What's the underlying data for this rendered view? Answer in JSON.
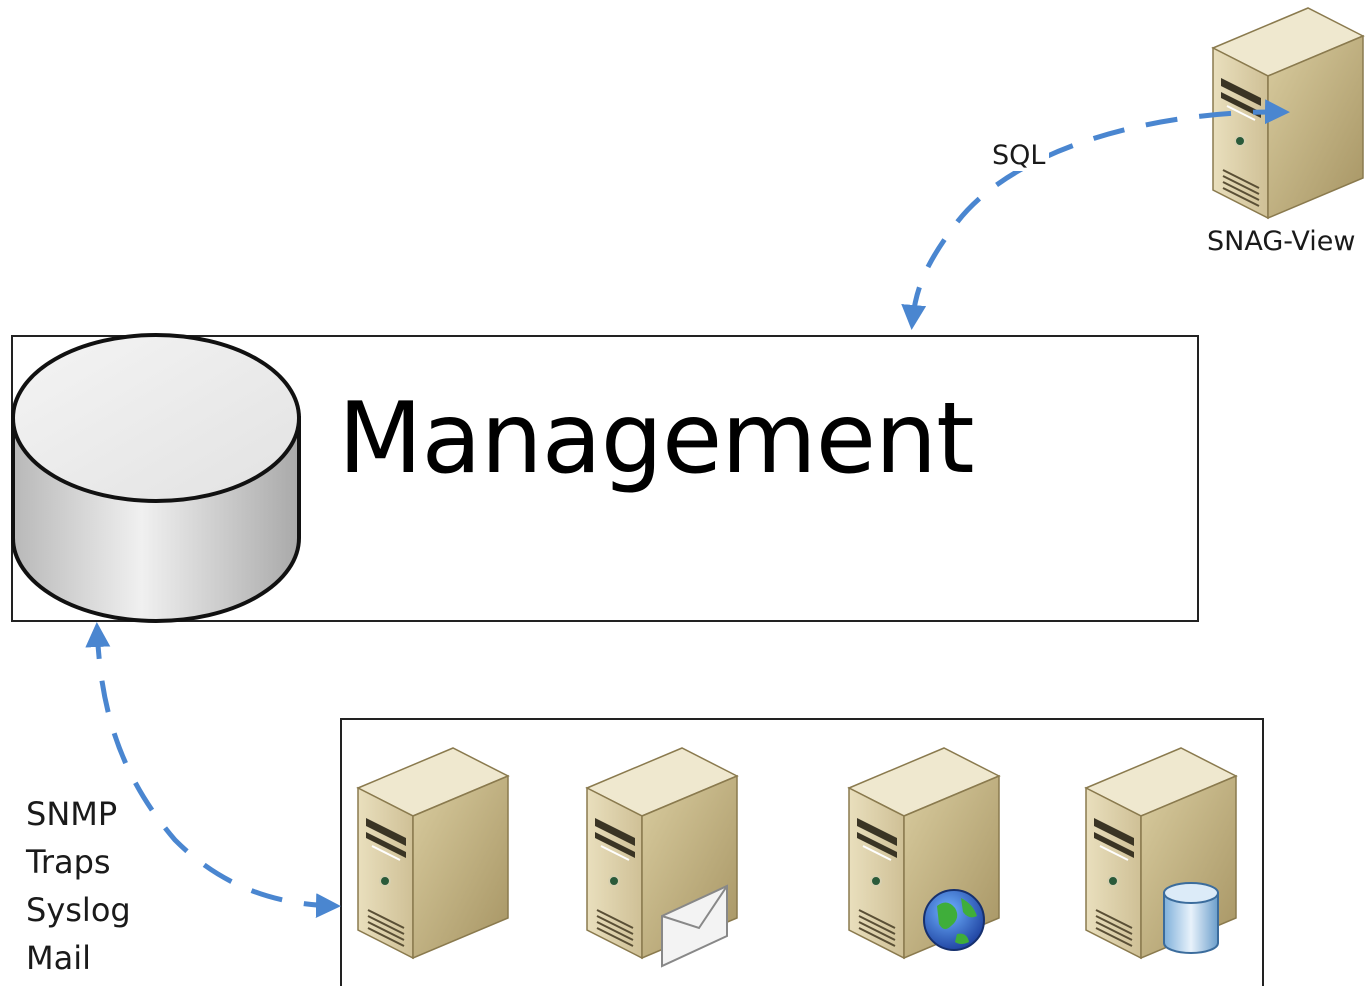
{
  "management": {
    "title": "Management",
    "icon": "database-cylinder-icon"
  },
  "snag_view": {
    "label": "SNAG-View",
    "icon": "server-icon"
  },
  "sql_link": {
    "label": "SQL"
  },
  "protocols": [
    "SNMP",
    "Traps",
    "Syslog",
    "Mail"
  ],
  "monitored_servers": [
    {
      "icon": "server-icon",
      "badge": ""
    },
    {
      "icon": "mail-server-icon",
      "badge": "envelope-icon"
    },
    {
      "icon": "web-server-icon",
      "badge": "globe-icon"
    },
    {
      "icon": "database-server-icon",
      "badge": "database-icon"
    }
  ],
  "colors": {
    "arrow": "#4a86d0",
    "server_front": "#dccfa6",
    "server_side": "#b3a373",
    "server_top": "#efe8cf",
    "box_border": "#222222"
  }
}
